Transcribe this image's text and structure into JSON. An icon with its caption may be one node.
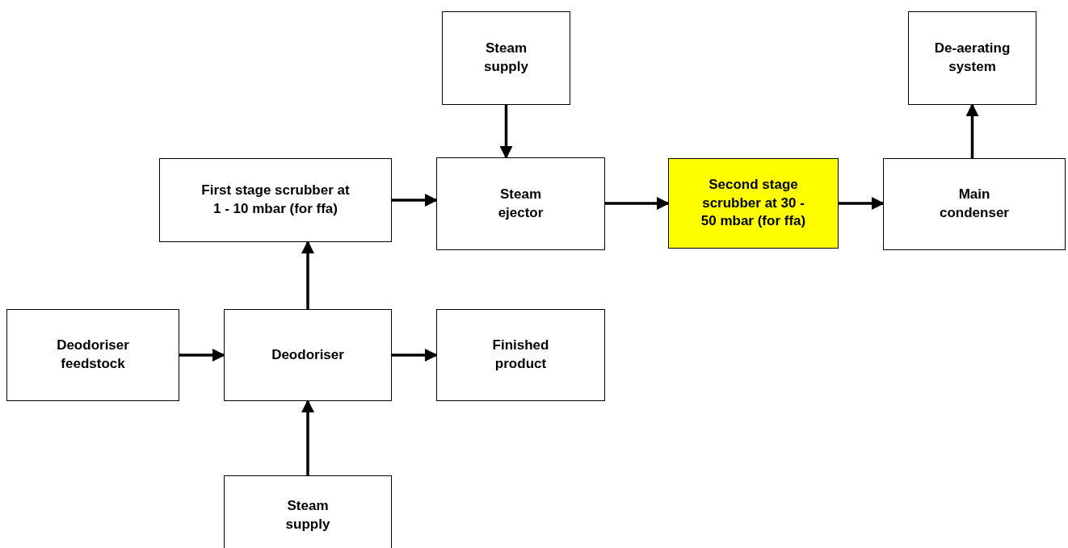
{
  "diagram": {
    "nodes": [
      {
        "text": [
          "Steam supply"
        ]
      },
      {
        "text": [
          "De-aerating system"
        ]
      },
      {
        "text": [
          "First stage scrubber at 1 - 10 mbar (for ffa)"
        ]
      },
      {
        "text": [
          "Steam ejector"
        ]
      },
      {
        "text": [
          "Second stage scrubber at 30 - 50 mbar (for ffa)"
        ]
      },
      {
        "text": [
          "Main condenser"
        ]
      },
      {
        "text": [
          "Deodoriser feedstock"
        ]
      },
      {
        "text": [
          "Deodoriser"
        ]
      },
      {
        "text": [
          "Finished product"
        ]
      },
      {
        "text": [
          "Steam supply"
        ]
      }
    ],
    "edges": [
      {
        "from": 0,
        "to": 3,
        "arrow": "to"
      },
      {
        "from": 2,
        "to": 3,
        "arrow": "to"
      },
      {
        "from": 3,
        "to": 4,
        "arrow": "to"
      },
      {
        "from": 4,
        "to": 5,
        "arrow": "to"
      },
      {
        "from": 5,
        "to": 1,
        "arrow": "to"
      },
      {
        "from": 7,
        "to": 2,
        "arrow": "to"
      },
      {
        "from": 6,
        "to": 7,
        "arrow": "to"
      },
      {
        "from": 7,
        "to": 8,
        "arrow": "to"
      },
      {
        "from": 9,
        "to": 7,
        "arrow": "to"
      }
    ]
  }
}
